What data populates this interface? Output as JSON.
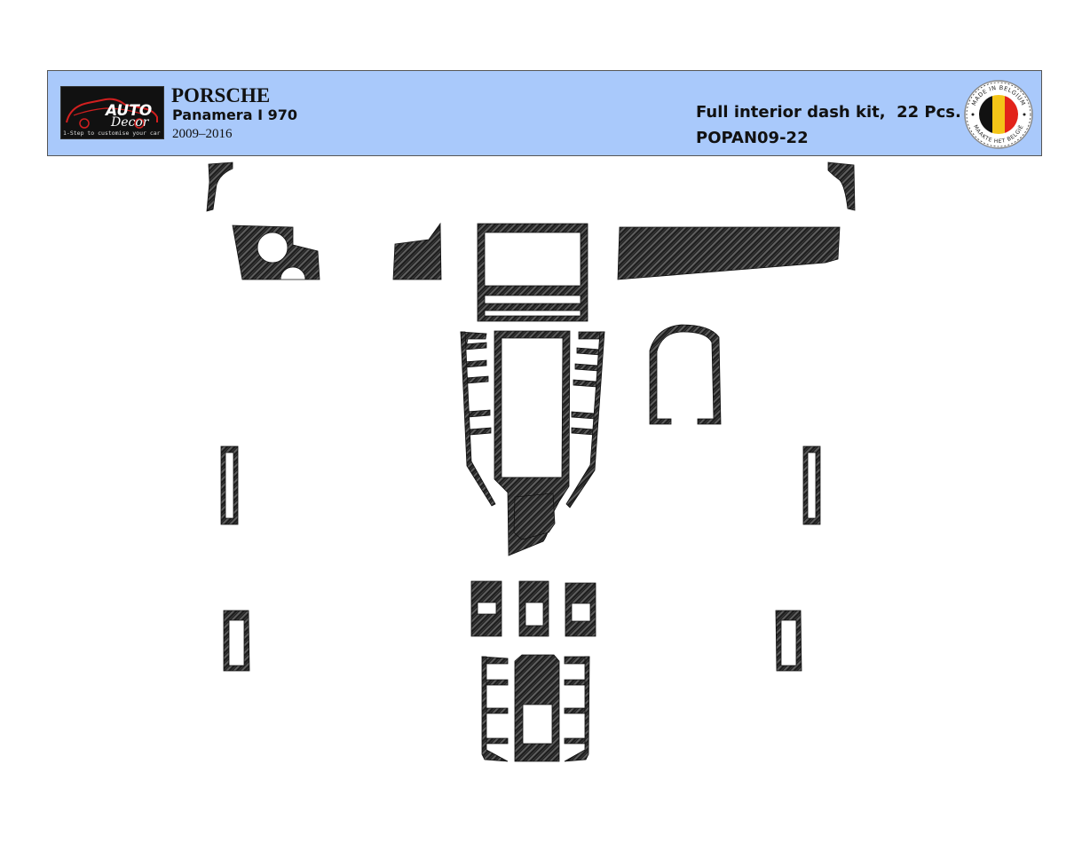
{
  "header": {
    "logo": {
      "word": "AUTO",
      "sub": "Decor",
      "tagline": "1-Step to customise your car"
    },
    "brand": "PORSCHE",
    "model": "Panamera I 970",
    "years": "2009–2016",
    "kit_description": "Full interior dash kit,  22 Pcs.",
    "sku": "POPAN09-22",
    "seal": {
      "top_text": "MADE IN BELGIUM",
      "bottom_text": "MAAKTE HET BELGIË",
      "flag_colors": [
        "#111111",
        "#f4c518",
        "#e2231a"
      ]
    }
  },
  "colors": {
    "banner": "#a9c9fb",
    "carbon_dark": "#1b1b1b",
    "carbon_light": "#6a6a6a"
  }
}
